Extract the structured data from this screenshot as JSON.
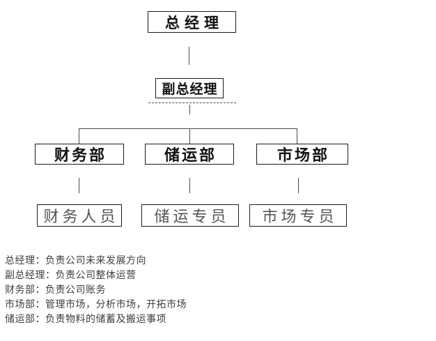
{
  "org": {
    "nodes": {
      "gm": {
        "label": "总经理",
        "level": 1
      },
      "dgm": {
        "label": "副总经理",
        "level": 2,
        "reports_to": "gm"
      },
      "finance": {
        "label": "财务部",
        "level": 3,
        "reports_to": "dgm"
      },
      "storage": {
        "label": "储运部",
        "level": 3,
        "reports_to": "dgm"
      },
      "market": {
        "label": "市场部",
        "level": 3,
        "reports_to": "dgm"
      },
      "finance_staff": {
        "label": "财务人员",
        "level": 4,
        "reports_to": "finance"
      },
      "storage_staff": {
        "label": "储运专员",
        "level": 4,
        "reports_to": "storage"
      },
      "market_staff": {
        "label": "市场专员",
        "level": 4,
        "reports_to": "market"
      }
    },
    "descriptions": [
      "总经理：负责公司未来发展方向",
      "副总经理：负责公司整体运营",
      "财务部：负责公司账务",
      "市场部：管理市场，分析市场，开拓市场",
      "储运部：负责物料的储蓄及搬运事项"
    ],
    "colors": {
      "background": "#ffffff",
      "box_border": "#1a1a1a",
      "connector_line": "#4a4a4a",
      "staff_text": "#555555",
      "description_text": "#3d3d3d"
    }
  }
}
